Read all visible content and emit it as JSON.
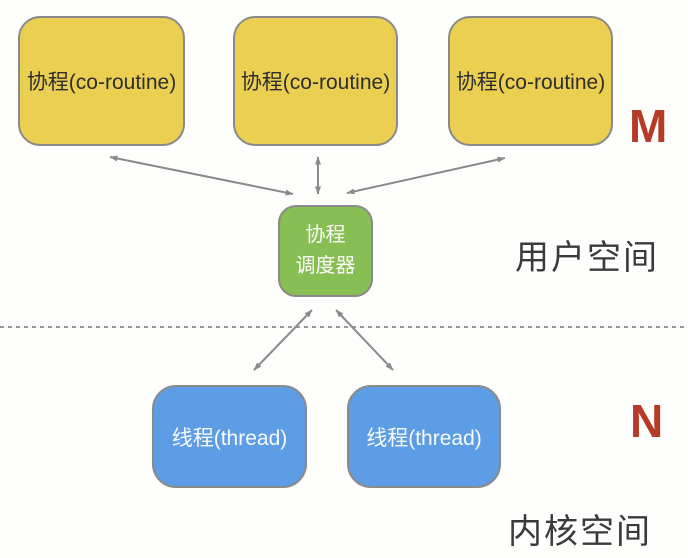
{
  "diagram": {
    "user_space": {
      "region_label": "用户空间",
      "multiplicity": "M",
      "coroutines": [
        {
          "label": "协程(co-routine)"
        },
        {
          "label": "协程(co-routine)"
        },
        {
          "label": "协程(co-routine)"
        }
      ],
      "scheduler": {
        "label_line1": "协程",
        "label_line2": "调度器"
      }
    },
    "kernel_space": {
      "region_label": "内核空间",
      "multiplicity": "N",
      "threads": [
        {
          "label": "线程(thread)"
        },
        {
          "label": "线程(thread)"
        }
      ]
    },
    "colors": {
      "coroutine_fill": "#EBCF50",
      "scheduler_fill": "#87BF55",
      "thread_fill": "#5C9DE6",
      "multiplicity_red": "#B73A27",
      "node_border": "#8A8A8A",
      "arrow": "#8A8A8A",
      "region_text": "#3A3A3A",
      "background": "#FEFEFD"
    }
  }
}
